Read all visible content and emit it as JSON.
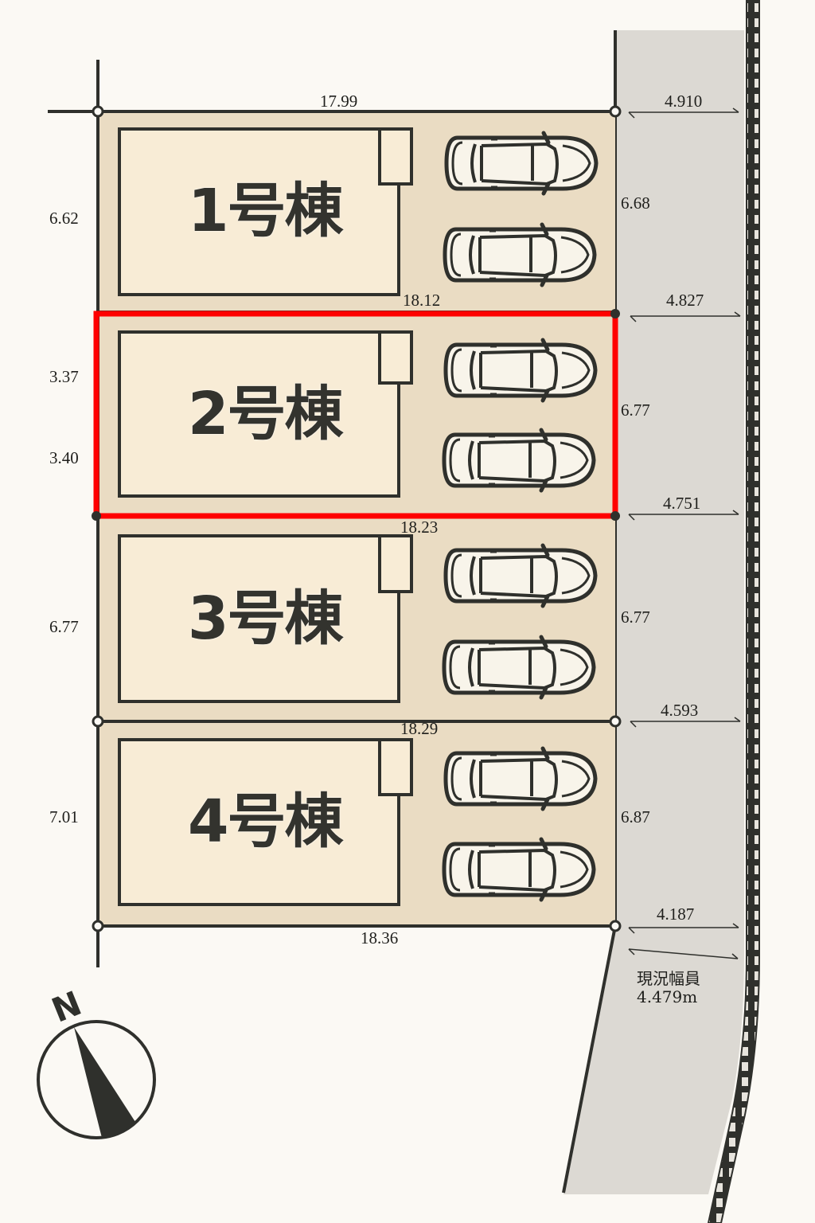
{
  "colors": {
    "background": "#fbf9f4",
    "lot_fill": "#eadcc3",
    "building_fill": "#f8ecd6",
    "road_fill": "#dcd9d3",
    "line": "#2f302c",
    "highlight": "#ff0000"
  },
  "lots": [
    {
      "id": 1,
      "label": "1号棟",
      "top_width": "17.99",
      "left_depth": "6.62",
      "right_depth": "6.68",
      "road_width": "4.910",
      "parking_spaces": 2
    },
    {
      "id": 2,
      "label": "2号棟",
      "top_width": "18.12",
      "left_depth_upper": "3.37",
      "left_depth_lower": "3.40",
      "right_depth": "6.77",
      "road_width": "4.827",
      "parking_spaces": 2,
      "highlighted": true
    },
    {
      "id": 3,
      "label": "3号棟",
      "top_width": "18.23",
      "left_depth": "6.77",
      "right_depth": "6.77",
      "road_width": "4.751",
      "parking_spaces": 2
    },
    {
      "id": 4,
      "label": "4号棟",
      "top_width": "18.29",
      "bottom_width": "18.36",
      "left_depth": "7.01",
      "right_depth": "6.87",
      "road_width": "4.593",
      "parking_spaces": 2
    }
  ],
  "road": {
    "width_bottom": "4.187",
    "current_width_label": "現況幅員",
    "current_width_value": "4.479m"
  },
  "compass": {
    "label": "N"
  }
}
